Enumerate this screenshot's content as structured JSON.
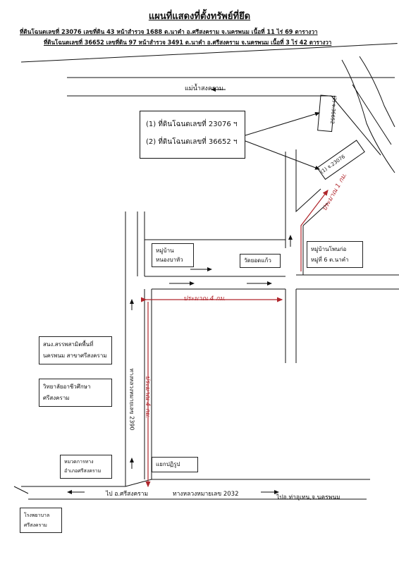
{
  "title": "แผนที่แสดงที่ตั้งทรัพย์ที่ยึด",
  "subtitle_1": "ที่ดินโฉนดเลขที่ 23076 เลขที่ดิน 43 หน้าสำรวจ 1688 ต.นาคำ อ.ศรีสงคราม จ.นครพนม เนื้อที่ 11 ไร่ 69 ตารางวา",
  "subtitle_2": "ที่ดินโฉนดเลขที่ 36652 เลขที่ดิน 97 หน้าสำรวจ 3491 ต.นาคำ อ.ศรีสงคราม จ.นครพนม เนื้อที่ 3 ไร่ 42 ตารางวา",
  "river_label": "แม่น้ำสงคราม",
  "legend": {
    "item1": "(1)  ที่ดินโฉนดเลขที่ 23076 ฯ",
    "item2": "(2)  ที่ดินโฉนดเลขที่ 36652 ฯ"
  },
  "parcels": {
    "p1": "(1) จ.23076",
    "p2": "(2) จ.36652"
  },
  "distances": {
    "right": "ประมาณ 1 กม.",
    "top": "ประมาณ 4 กม.",
    "left": "ประมาณ 4 กม."
  },
  "places": {
    "nong_ba_hua_1": "หมู่บ้าน",
    "nong_ba_hua_2": "หนองบาหัว",
    "wat": "วัดยอดแก้ว",
    "phon_ko_1": "หมู่บ้านโพนก่อ",
    "phon_ko_2": "หมู่ที่ 6 ต.นาคำ",
    "welfare_1": "สนง.สรรพสามิตพื้นที่",
    "welfare_2": "นครพนม สาขาศรีสงคราม",
    "college_1": "วิทยาลัยอาชีวศึกษา",
    "college_2": "ศรีสงคราม",
    "highway_dept_1": "หมวดการทาง",
    "highway_dept_2": "อำเภอศรีสงคราม",
    "junction": "แยกปฏิรูป",
    "hospital_1": "โรงพยาบาล",
    "hospital_2": "ศรีสงคราม"
  },
  "roads": {
    "highway_2390": "ทางหลวงหมายเลข 2390",
    "bottom_left": "ไป อ.ศรีสงคราม",
    "bottom_mid": "ทางหลวงหมายเลข 2032",
    "bottom_right": "ไปอ.ท่าอุเทน,จ.นครพนม"
  },
  "colors": {
    "ink": "#111111",
    "annotation_red": "#b0262c",
    "background": "#ffffff"
  }
}
